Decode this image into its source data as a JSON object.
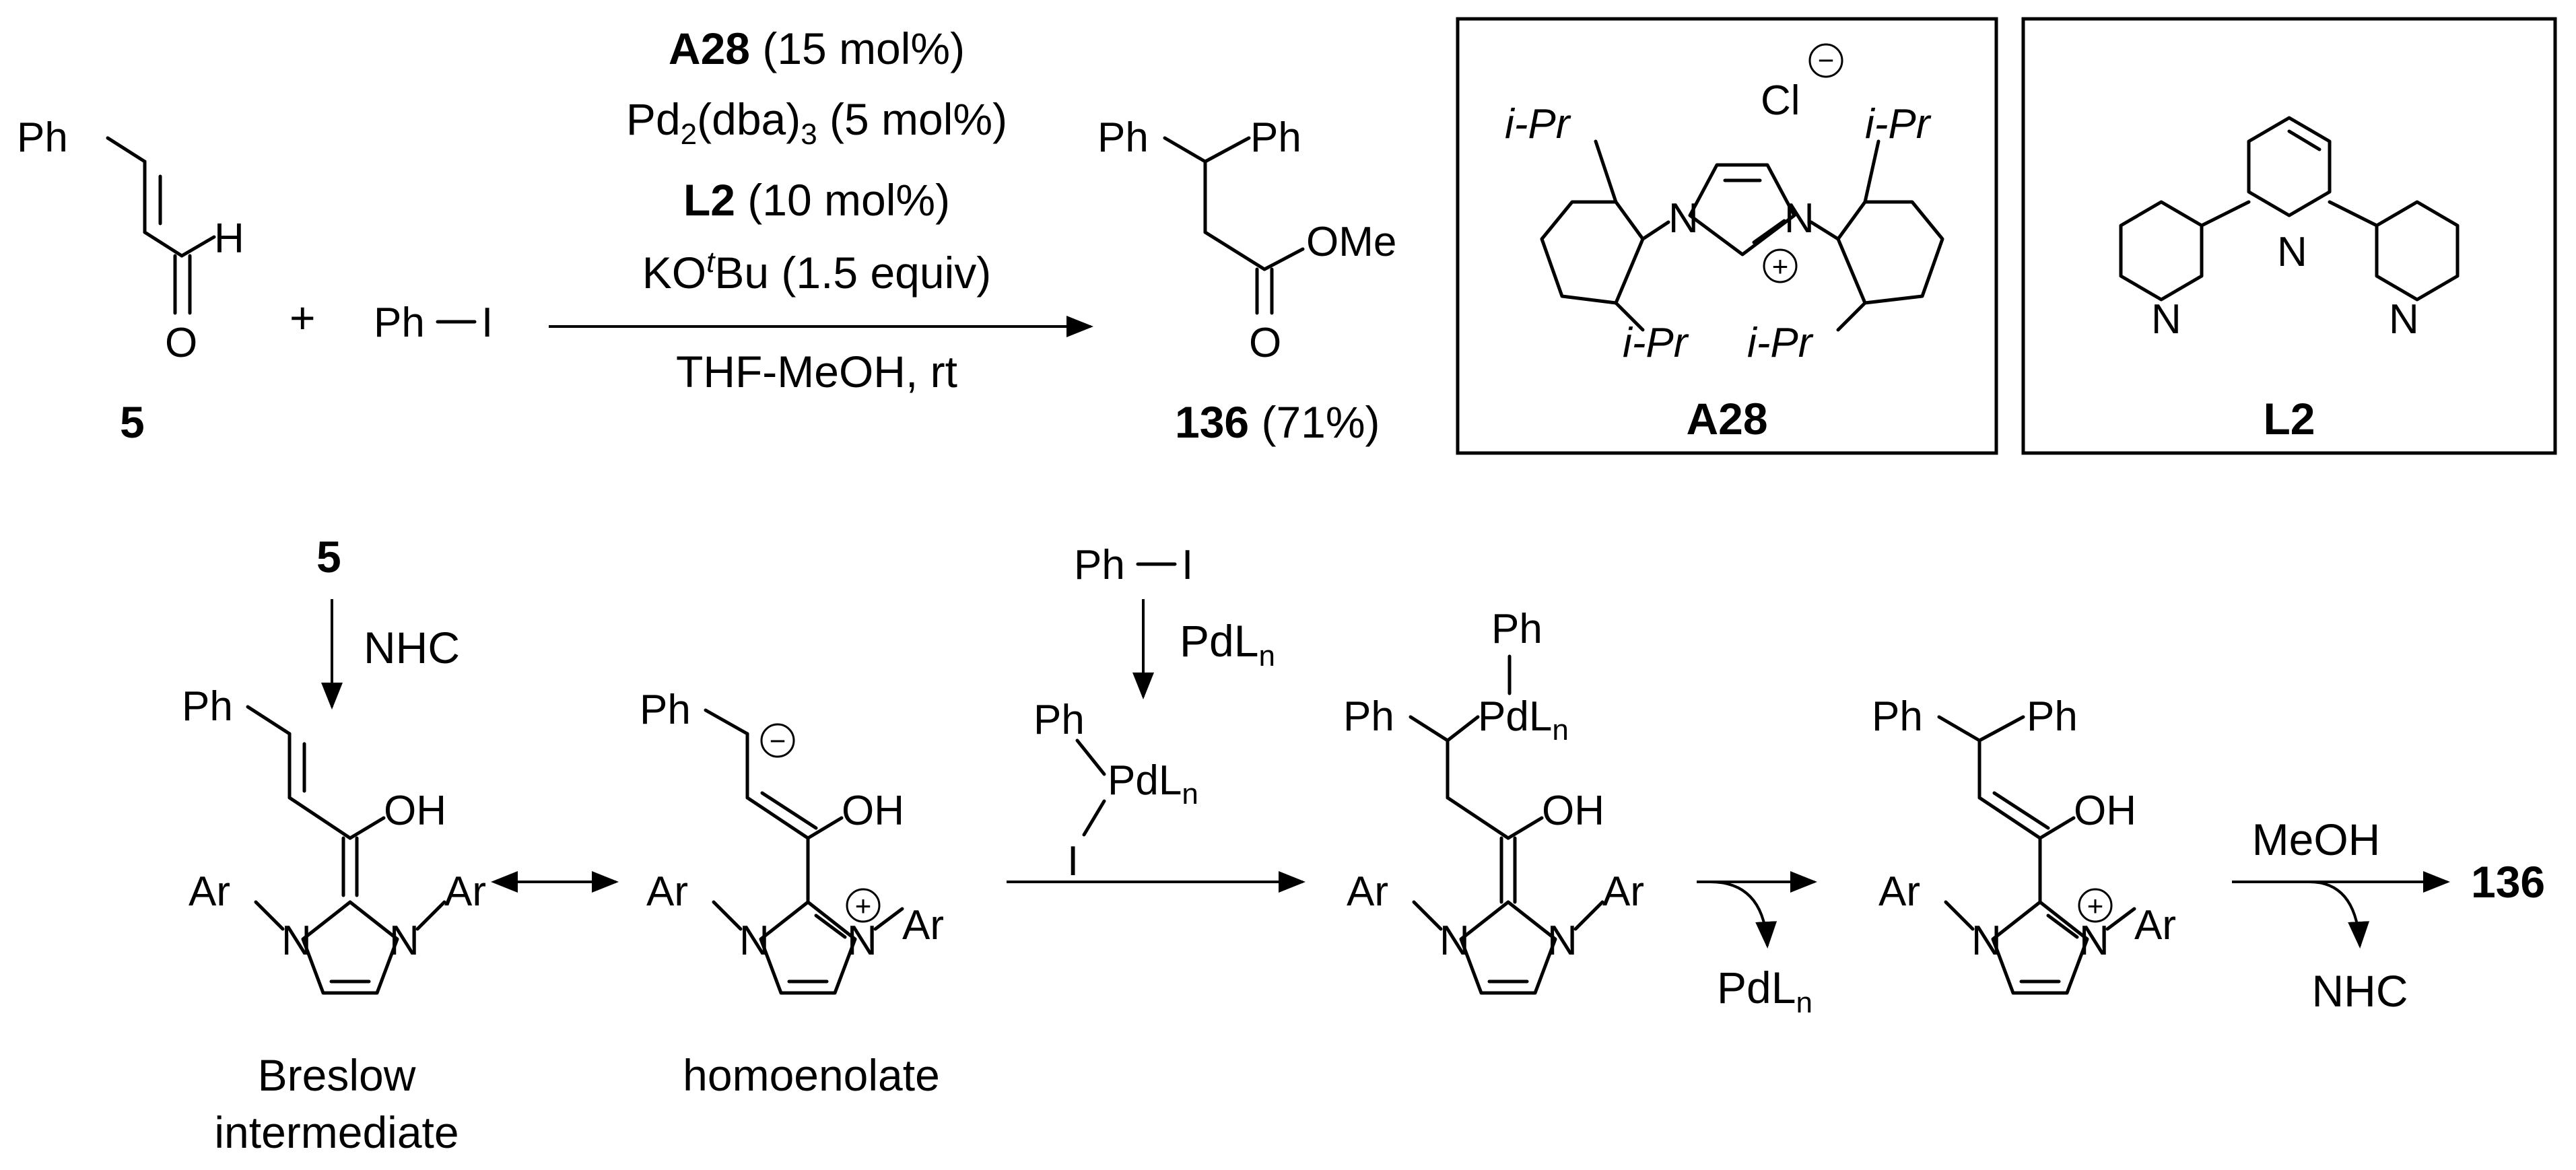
{
  "atoms": {
    "ph": "Ph",
    "h": "H",
    "o": "O",
    "oh": "OH",
    "ome": "OMe",
    "n": "N",
    "ar": "Ar",
    "iodine": "I",
    "ph_i": "Ph",
    "cl": "Cl",
    "ipr": "i-Pr",
    "pdln_pd": "PdL",
    "pdln_sub": "n"
  },
  "charges": {
    "minus": "−",
    "plus": "+"
  },
  "reaction_top": {
    "plus": "+",
    "conditions": {
      "line1_bold": "A28",
      "line1_rest": " (15 mol%)",
      "line2_pre": "Pd",
      "line2_sub1": "2",
      "line2_mid": "(dba)",
      "line2_sub2": "3",
      "line2_rest": " (5 mol%)",
      "line3_bold": "L2",
      "line3_rest": " (10 mol%)",
      "line4_pre": "KO",
      "line4_sup": "t",
      "line4_rest": "Bu (1.5 equiv)",
      "below": "THF-MeOH, rt"
    },
    "substrate_label": "5",
    "product_label_bold": "136",
    "product_label_yield": " (71%)"
  },
  "boxes": {
    "catalyst_label": "A28",
    "ligand_label": "L2"
  },
  "mechanism": {
    "start_label": "5",
    "nhc_reagent": "NHC",
    "breslow_label_1": "Breslow",
    "breslow_label_2": "intermediate",
    "homoenolate_label": "homoenolate",
    "meoh": "MeOH",
    "nhc_released": "NHC",
    "final_product": "136"
  }
}
